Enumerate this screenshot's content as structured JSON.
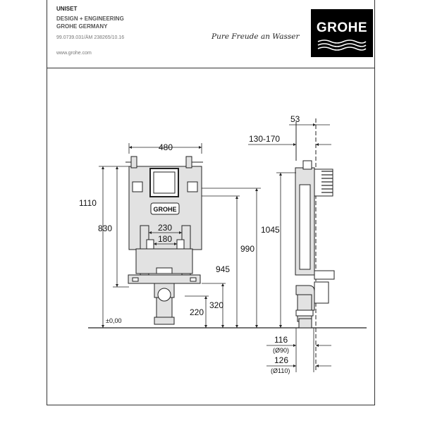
{
  "header": {
    "product": "UNISET",
    "line1": "DESIGN + ENGINEERING",
    "line2": "GROHE GERMANY",
    "doc_ref": "99.0739.031/ÄM 238265/10.16",
    "website": "www.grohe.com",
    "tagline": "Pure Freude an Wasser",
    "logo_text": "GROHE"
  },
  "front_view": {
    "width_480": "480",
    "height_1110": "1110",
    "height_830": "830",
    "inner_230": "230",
    "inner_180": "180",
    "height_945": "945",
    "height_990": "990",
    "height_320": "320",
    "height_220": "220",
    "floor_label": "±0,00",
    "plate_brand": "GROHE"
  },
  "side_view": {
    "depth_53": "53",
    "depth_range": "130-170",
    "height_1045": "1045",
    "depth_116": "116",
    "pipe_90": "(Ø90)",
    "depth_126": "126",
    "pipe_110": "(Ø110)"
  }
}
